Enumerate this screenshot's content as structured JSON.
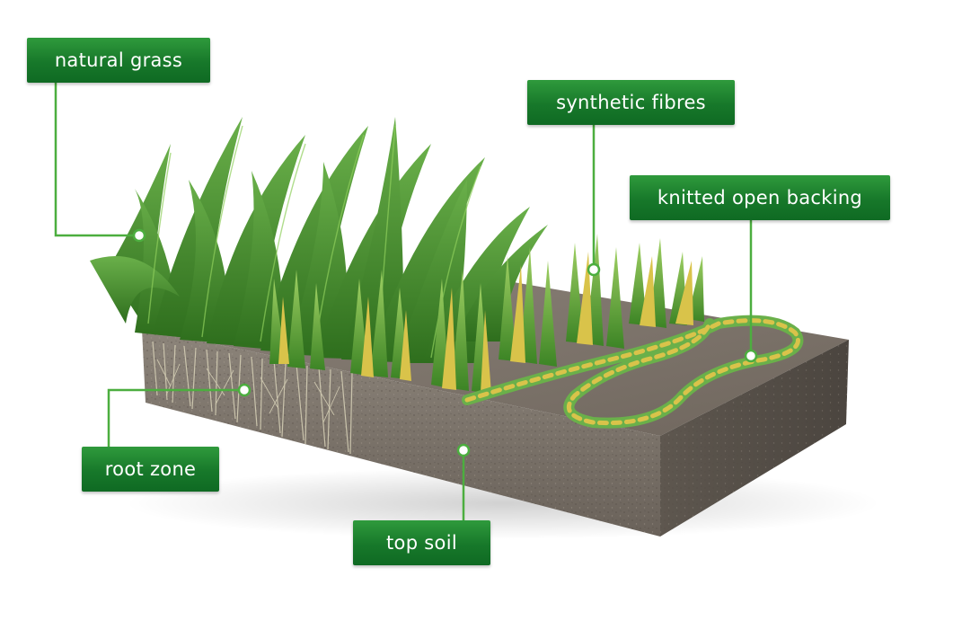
{
  "labels": {
    "natural_grass": "natural grass",
    "synthetic_fibres": "synthetic fibres",
    "knitted_open_backing": "knitted open backing",
    "root_zone": "root zone",
    "top_soil": "top soil"
  },
  "colors": {
    "label_green": "#17782a",
    "leader_green": "#4cae3f",
    "soil": "#7d756c",
    "grass": "#3f8a2a",
    "fibre_yellow": "#d8c24a"
  }
}
